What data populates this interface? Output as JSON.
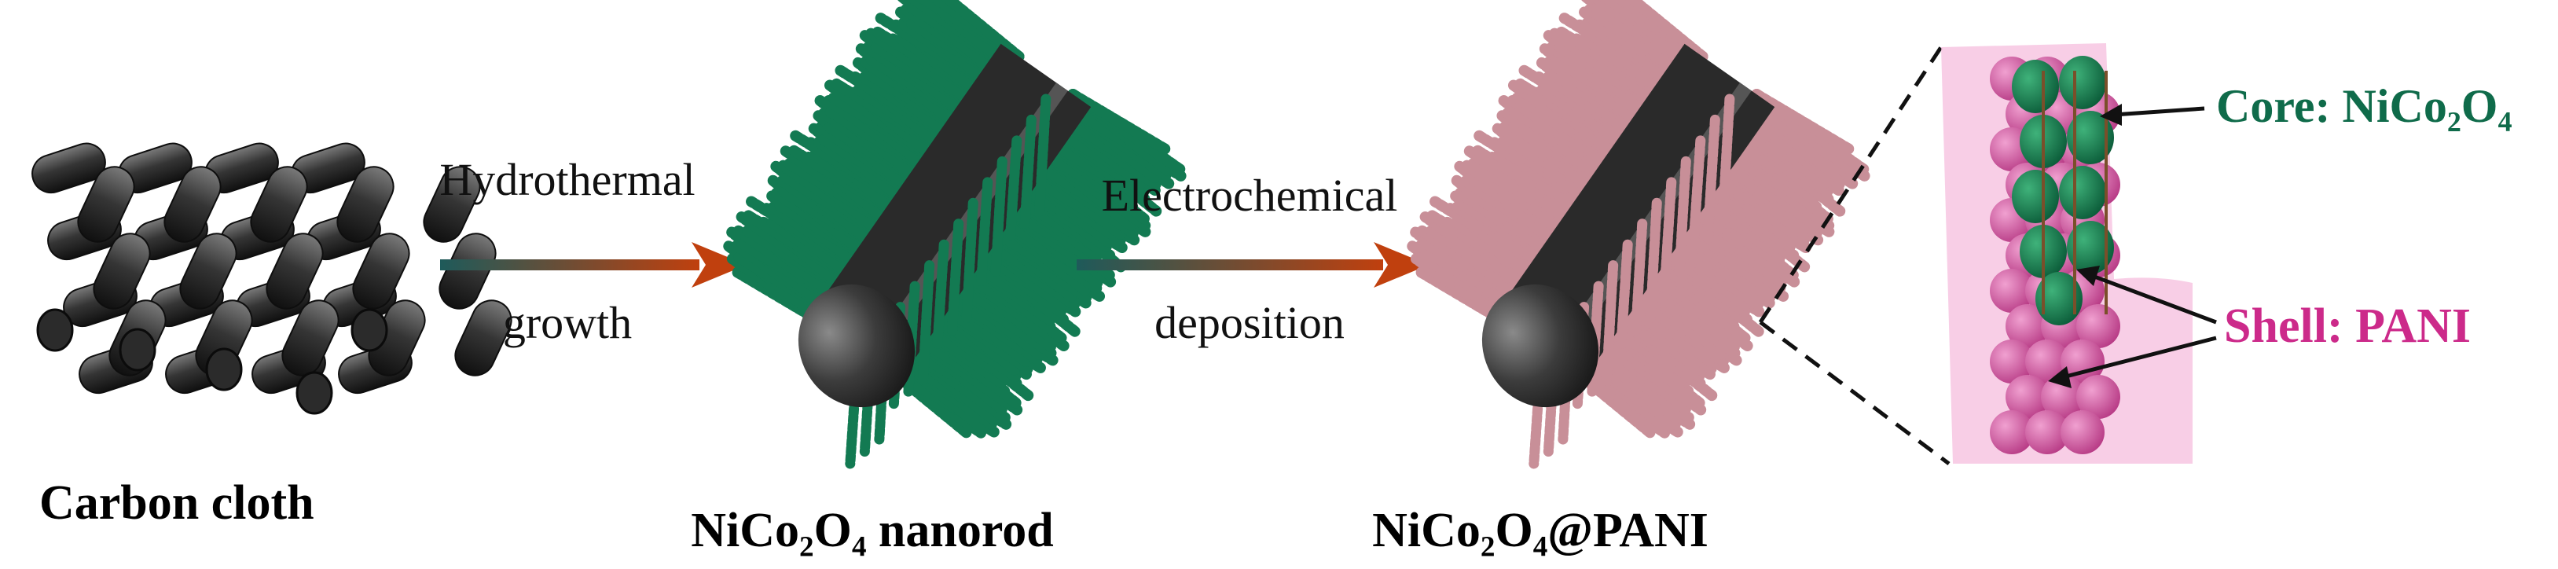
{
  "figure": {
    "captions": {
      "carbon_cloth": "Carbon cloth",
      "nanorod": "NiCo₂O₄ nanorod",
      "composite": "NiCo₂O₄@PANI"
    },
    "steps": {
      "step1_line1": "Hydrothermal",
      "step1_line2": "growth",
      "step2_line1": "Electrochemical",
      "step2_line2": "deposition"
    },
    "labels": {
      "core": "Core: NiCo₂O₄",
      "shell": "Shell: PANI"
    },
    "colors": {
      "arrow_start": "#1e5a5a",
      "arrow_end": "#c0400e",
      "nicoo_green": "#137a52",
      "pani_pink": "#c88f98",
      "core_text": "#0f6b4a",
      "shell_text": "#cc2a8a",
      "carbon_gray": "#3a3a3a"
    },
    "icons": {
      "carbon_cloth": "woven-fabric-icon",
      "nanorod": "green-spiky-rod-icon",
      "composite": "pink-spiky-rod-icon",
      "zoom": "core-shell-zoom-icon"
    }
  }
}
